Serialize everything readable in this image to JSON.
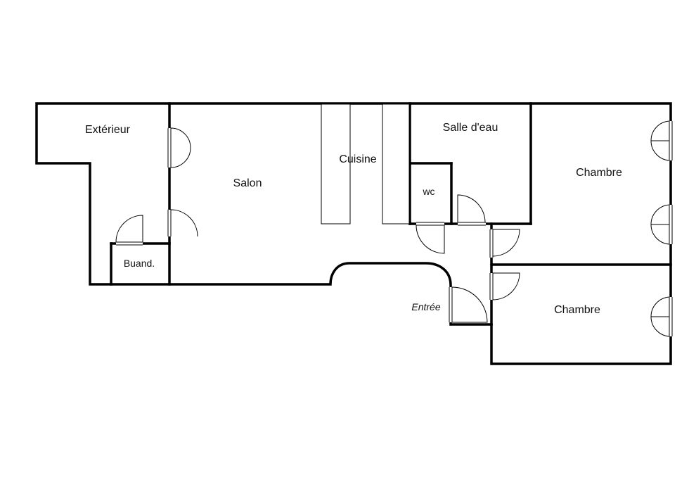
{
  "rooms": {
    "exterieur": "Extérieur",
    "salon": "Salon",
    "cuisine": "Cuisine",
    "salle_eau": "Salle d'eau",
    "wc": "wc",
    "chambre_1": "Chambre",
    "chambre_2": "Chambre",
    "buanderie": "Buand.",
    "entree": "Entrée"
  }
}
